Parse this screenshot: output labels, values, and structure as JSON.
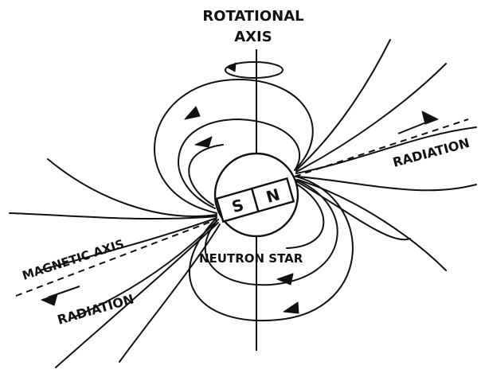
{
  "labels": {
    "rotational_axis_line1": "ROTATIONAL",
    "rotational_axis_line2": "AXIS",
    "radiation_right": "RADIATION",
    "radiation_left": "RADIATION",
    "magnetic_axis": "MAGNETIC AXIS",
    "neutron_star": "NEUTRON STAR",
    "pole_south": "S",
    "pole_north": "N"
  }
}
